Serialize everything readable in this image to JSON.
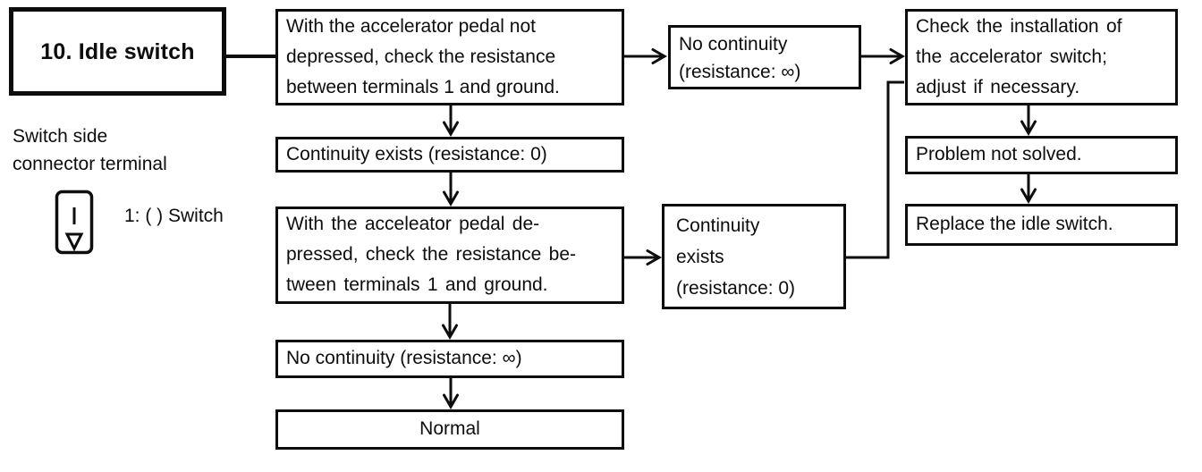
{
  "diagram": {
    "title": "10. Idle switch",
    "legend": {
      "heading": "Switch side\nconnector terminal",
      "pin_label": "1: ( ) Switch",
      "pin_number": "1"
    },
    "boxes": {
      "step1": "With the accelerator pedal not\ndepressed, check the resistance\nbetween terminals 1 and ground.",
      "no_continuity_top": "No continuity\n(resistance: ∞)",
      "check_installation": "Check the installation of\nthe accelerator switch;\nadjust if necessary.",
      "continuity_exists_line": "Continuity exists (resistance: 0)",
      "step2": "With the acceleator pedal de-\npressed, check the resistance be-\ntween terminals 1 and ground.",
      "continuity_exists_right": "Continuity\nexists\n(resistance: 0)",
      "no_continuity_bottom": "No continuity (resistance: ∞)",
      "normal": "Normal",
      "problem_not_solved": "Problem not solved.",
      "replace_idle_switch": "Replace the idle switch."
    },
    "colors": {
      "ink": "#0d0d0d",
      "paper": "#ffffff"
    }
  }
}
